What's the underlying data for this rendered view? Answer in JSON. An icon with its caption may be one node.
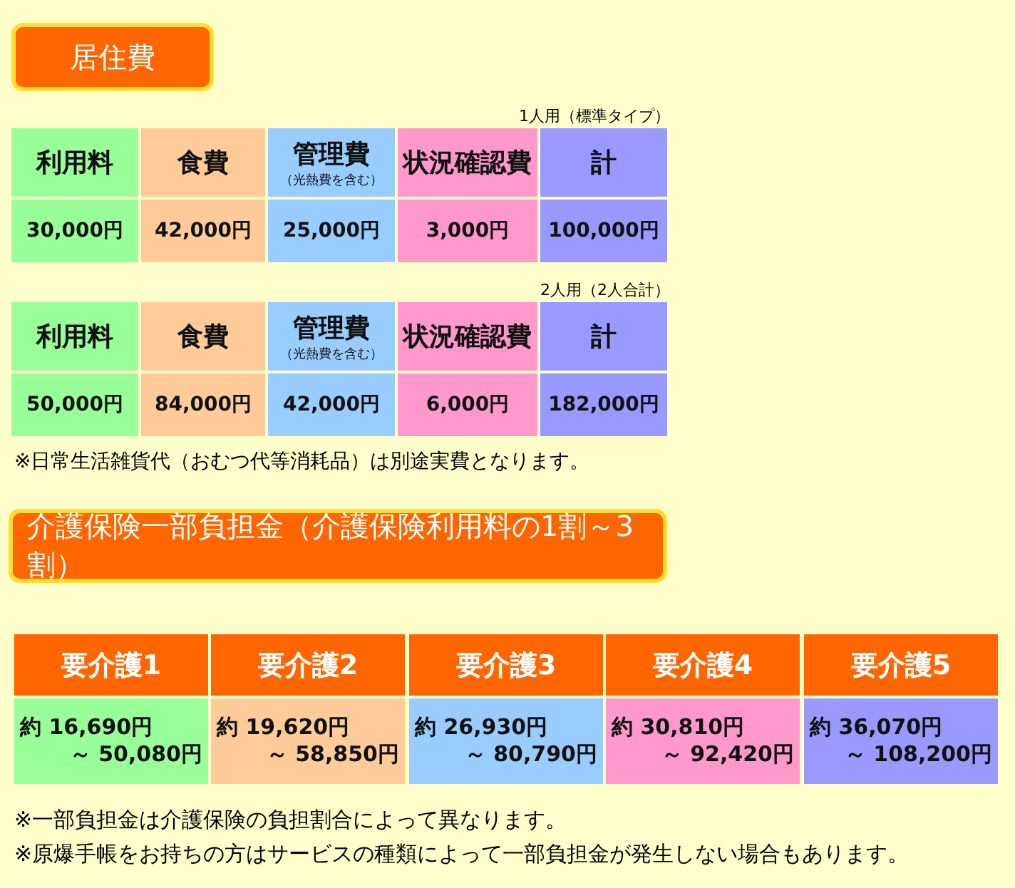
{
  "diagram": {
    "nodes": [
      {
        "text": [
          "居住費"
        ]
      },
      {
        "text": [
          "介護保険一部負担金（介護保険利用料の1割～3割）"
        ]
      }
    ],
    "labels": [
      "1人用（標準タイプ）",
      "利用料",
      "食費",
      "管理費",
      "状況確認費",
      "計",
      "（光熱費を含む）",
      "30,000円",
      "42,000円",
      "25,000円",
      "3,000円",
      "100,000円",
      "2人用（2人合計）",
      "利用料",
      "食費",
      "管理費",
      "状況確認費",
      "計",
      "（光熱費を含む）",
      "50,000円",
      "84,000円",
      "42,000円",
      "6,000円",
      "182,000円",
      "※日常生活雑貨代（おむつ代等消耗品）は別途実費となります。",
      "要介護1",
      "要介護2",
      "要介護3",
      "要介護4",
      "要介護5",
      "約 16,690円",
      "～ 50,080円",
      "約 19,620円",
      "～ 58,850円",
      "約 26,930円",
      "～ 80,790円",
      "約 30,810円",
      "～ 92,420円",
      "約 36,070円",
      "～ 108,200円",
      "※一部負担金は介護保険の負担割合によって異なります。",
      "※原爆手帳をお持ちの方はサービスの種類によって一部負担金が発生しない場合もあります。"
    ]
  }
}
